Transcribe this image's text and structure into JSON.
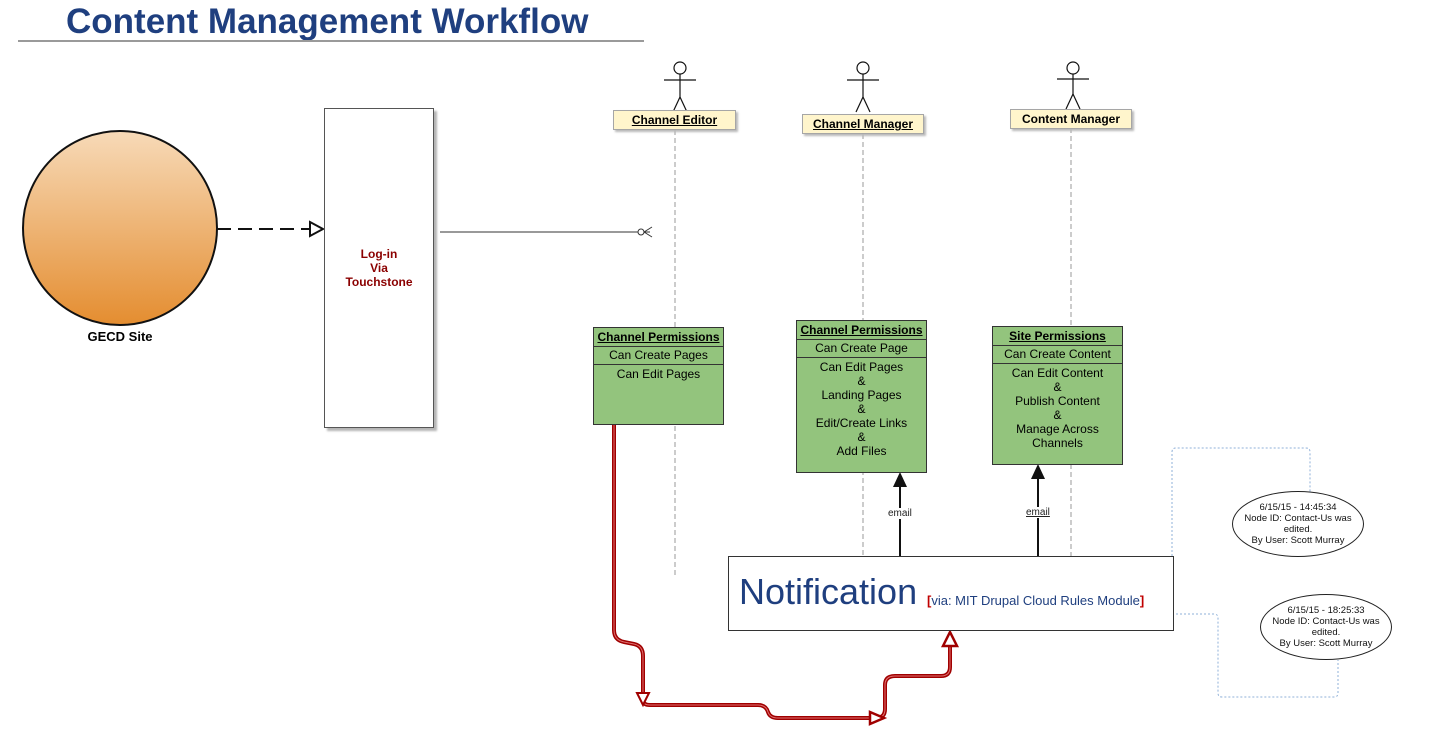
{
  "title": "Content Management Workflow",
  "site": {
    "label": "GECD Site",
    "fill_top": "#f7dab8",
    "fill_bottom": "#e48d30"
  },
  "login": {
    "lines": [
      "Log-in",
      "Via",
      "Touchstone"
    ],
    "color": "#8b0000"
  },
  "roles": [
    {
      "label": "Channel Editor"
    },
    {
      "label": "Channel Manager"
    },
    {
      "label": "Content Manager"
    }
  ],
  "permissions": [
    {
      "header": "Channel Permissions",
      "first": "Can Create Pages",
      "rest": [
        "Can Edit Pages"
      ]
    },
    {
      "header": "Channel Permissions",
      "first": "Can Create Page",
      "rest": [
        "Can Edit Pages",
        "&",
        "Landing Pages",
        "&",
        "Edit/Create Links",
        "&",
        "Add Files"
      ]
    },
    {
      "header": "Site Permissions",
      "first": "Can Create Content",
      "rest": [
        "Can Edit Content",
        "&",
        "Publish Content",
        "&",
        "Manage Across",
        "Channels"
      ]
    }
  ],
  "email_labels": [
    "email",
    "email"
  ],
  "notification": {
    "title": "Notification",
    "open_bracket": "[",
    "via": "via: MIT Drupal Cloud Rules Module",
    "close_bracket": "]"
  },
  "logs": [
    {
      "lines": [
        "6/15/15 - 14:45:34",
        "Node ID: Contact-Us was",
        "edited.",
        "By User: Scott Murray"
      ]
    },
    {
      "lines": [
        "6/15/15 - 18:25:33",
        "Node ID: Contact-Us was",
        "edited.",
        "By User: Scott Murray"
      ]
    }
  ],
  "colors": {
    "title": "#1f3f7f",
    "permission_fill": "#93c47d",
    "role_fill": "#fff5cc",
    "flow_arrow": "#a00000",
    "dotted_link": "#8fb0d8"
  }
}
